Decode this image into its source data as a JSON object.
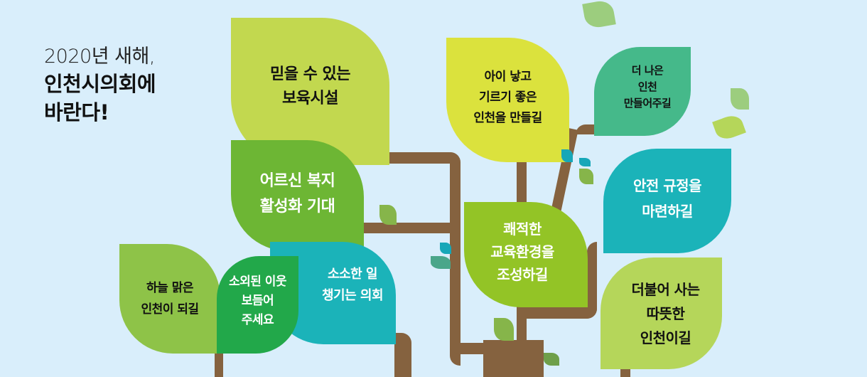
{
  "headline": {
    "line1": "2020년 새해,",
    "line2": "인천시의회에",
    "line3": "바란다!"
  },
  "colors": {
    "background": "#d9eefb",
    "branch": "#85623f",
    "lime": "#c2d84f",
    "green": "#6db634",
    "teal": "#1bb3b9",
    "light_green": "#8ec348",
    "deep_green": "#22a84a",
    "yellow": "#dbe23d",
    "sea_green": "#45b98a",
    "grass": "#93c426",
    "pale_lime": "#b5d65a"
  },
  "leaves": [
    {
      "id": "trusted-childcare",
      "lines": [
        "믿을 수 있는",
        "보육시설"
      ]
    },
    {
      "id": "elderly-welfare",
      "lines": [
        "어르신 복지",
        "활성화 기대"
      ]
    },
    {
      "id": "small-matters",
      "lines": [
        "소소한 일",
        "챙기는 의회"
      ]
    },
    {
      "id": "clear-sky",
      "lines": [
        "하늘 맑은",
        "인천이 되길"
      ]
    },
    {
      "id": "marginalized-neighbors",
      "lines": [
        "소외된 이웃",
        "보듬어",
        "주세요"
      ]
    },
    {
      "id": "raise-children",
      "lines": [
        "아이 낳고",
        "기르기 좋은",
        "인천을 만들길"
      ]
    },
    {
      "id": "better-incheon",
      "lines": [
        "더 나은",
        "인천",
        "만들어주길"
      ]
    },
    {
      "id": "safety-rules",
      "lines": [
        "안전 규정을",
        "마련하길"
      ]
    },
    {
      "id": "education-environment",
      "lines": [
        "쾌적한",
        "교육환경을",
        "조성하길"
      ]
    },
    {
      "id": "warm-together",
      "lines": [
        "더불어 사는",
        "따뜻한",
        "인천이길"
      ]
    }
  ]
}
